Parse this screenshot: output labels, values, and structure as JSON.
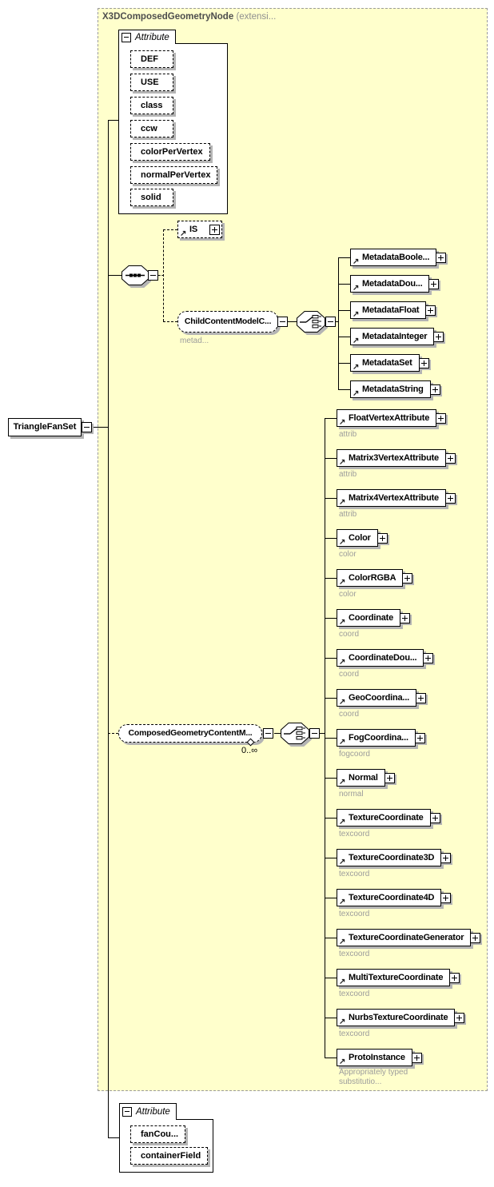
{
  "diagram": {
    "container_title_bold": "X3DComposedGeometryNode",
    "container_title_rest": "(extensi...",
    "root_element": "TriangleFanSet"
  },
  "attribute_group_top": {
    "label": "Attribute",
    "items": [
      "DEF",
      "USE",
      "class",
      "ccw",
      "colorPerVertex",
      "normalPerVertex",
      "solid"
    ]
  },
  "is_element": {
    "label": "IS"
  },
  "child_content_model": {
    "label": "ChildContentModelC...",
    "annotation": "metad..."
  },
  "metadata_elements": [
    {
      "label": "MetadataBoole..."
    },
    {
      "label": "MetadataDou..."
    },
    {
      "label": "MetadataFloat"
    },
    {
      "label": "MetadataInteger"
    },
    {
      "label": "MetadataSet"
    },
    {
      "label": "MetadataString"
    }
  ],
  "composed_geometry_group": {
    "label": "ComposedGeometryContentM...",
    "occurrence": "0..∞"
  },
  "geometry_elements": [
    {
      "label": "FloatVertexAttribute",
      "sub": "attrib"
    },
    {
      "label": "Matrix3VertexAttribute",
      "sub": "attrib"
    },
    {
      "label": "Matrix4VertexAttribute",
      "sub": "attrib"
    },
    {
      "label": "Color",
      "sub": "color"
    },
    {
      "label": "ColorRGBA",
      "sub": "color"
    },
    {
      "label": "Coordinate",
      "sub": "coord"
    },
    {
      "label": "CoordinateDou...",
      "sub": "coord"
    },
    {
      "label": "GeoCoordina...",
      "sub": "coord"
    },
    {
      "label": "FogCoordina...",
      "sub": "fogcoord"
    },
    {
      "label": "Normal",
      "sub": "normal"
    },
    {
      "label": "TextureCoordinate",
      "sub": "texcoord"
    },
    {
      "label": "TextureCoordinate3D",
      "sub": "texcoord"
    },
    {
      "label": "TextureCoordinate4D",
      "sub": "texcoord"
    },
    {
      "label": "TextureCoordinateGenerator",
      "sub": "texcoord"
    },
    {
      "label": "MultiTextureCoordinate",
      "sub": "texcoord"
    },
    {
      "label": "NurbsTextureCoordinate",
      "sub": "texcoord"
    },
    {
      "label": "ProtoInstance",
      "sub": "Appropriately typed substitutio..."
    }
  ],
  "attribute_group_bottom": {
    "label": "Attribute",
    "items": [
      "fanCou...",
      "containerField"
    ]
  },
  "colors": {
    "group_background": "#ffffcc",
    "box_shadow": "#b4b4b4",
    "muted_text": "#9c9c9c",
    "title_text": "#4d4d4d"
  }
}
